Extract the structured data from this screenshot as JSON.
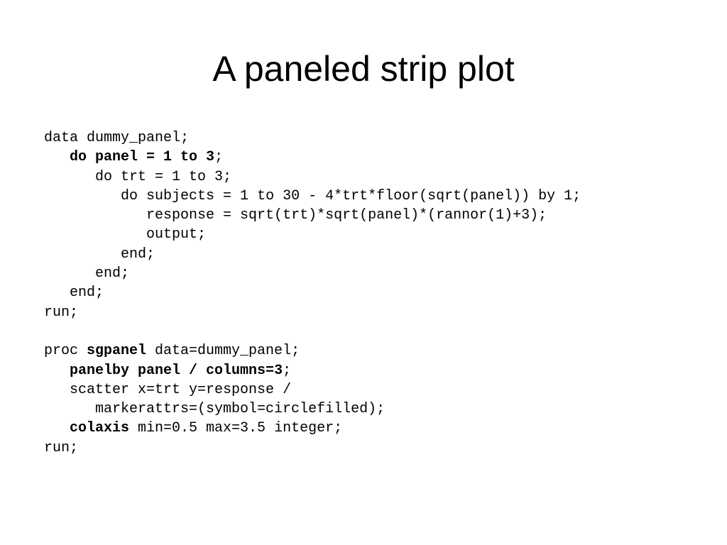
{
  "slide": {
    "title": "A paneled strip plot",
    "code_lines": [
      {
        "indent": 0,
        "tokens": [
          {
            "text": "data dummy_panel;",
            "bold": false
          }
        ]
      },
      {
        "indent": 1,
        "tokens": [
          {
            "text": "do panel = 1 to 3",
            "bold": true
          },
          {
            "text": ";",
            "bold": false
          }
        ]
      },
      {
        "indent": 2,
        "tokens": [
          {
            "text": "do trt = 1 to 3;",
            "bold": false
          }
        ]
      },
      {
        "indent": 3,
        "tokens": [
          {
            "text": "do subjects = 1 to 30 - 4*trt*floor(sqrt(panel)) by 1;",
            "bold": false
          }
        ]
      },
      {
        "indent": 4,
        "tokens": [
          {
            "text": "response = sqrt(trt)*sqrt(panel)*(rannor(1)+3);",
            "bold": false
          }
        ]
      },
      {
        "indent": 4,
        "tokens": [
          {
            "text": "output;",
            "bold": false
          }
        ]
      },
      {
        "indent": 3,
        "tokens": [
          {
            "text": "end;",
            "bold": false
          }
        ]
      },
      {
        "indent": 2,
        "tokens": [
          {
            "text": "end;",
            "bold": false
          }
        ]
      },
      {
        "indent": 1,
        "tokens": [
          {
            "text": "end;",
            "bold": false
          }
        ]
      },
      {
        "indent": 0,
        "tokens": [
          {
            "text": "run;",
            "bold": false
          }
        ]
      },
      {
        "indent": 0,
        "tokens": []
      },
      {
        "indent": 0,
        "tokens": [
          {
            "text": "proc ",
            "bold": false
          },
          {
            "text": "sgpanel",
            "bold": true
          },
          {
            "text": " data=dummy_panel;",
            "bold": false
          }
        ]
      },
      {
        "indent": 1,
        "tokens": [
          {
            "text": "panelby panel / columns=3",
            "bold": true
          },
          {
            "text": ";",
            "bold": false
          }
        ]
      },
      {
        "indent": 1,
        "tokens": [
          {
            "text": "scatter x=trt y=response /",
            "bold": false
          }
        ]
      },
      {
        "indent": 2,
        "tokens": [
          {
            "text": "markerattrs=(symbol=circlefilled);",
            "bold": false
          }
        ]
      },
      {
        "indent": 1,
        "tokens": [
          {
            "text": "colaxis",
            "bold": true
          },
          {
            "text": " min=0.5 max=3.5 integer;",
            "bold": false
          }
        ]
      },
      {
        "indent": 0,
        "tokens": [
          {
            "text": "run;",
            "bold": false
          }
        ]
      }
    ]
  }
}
